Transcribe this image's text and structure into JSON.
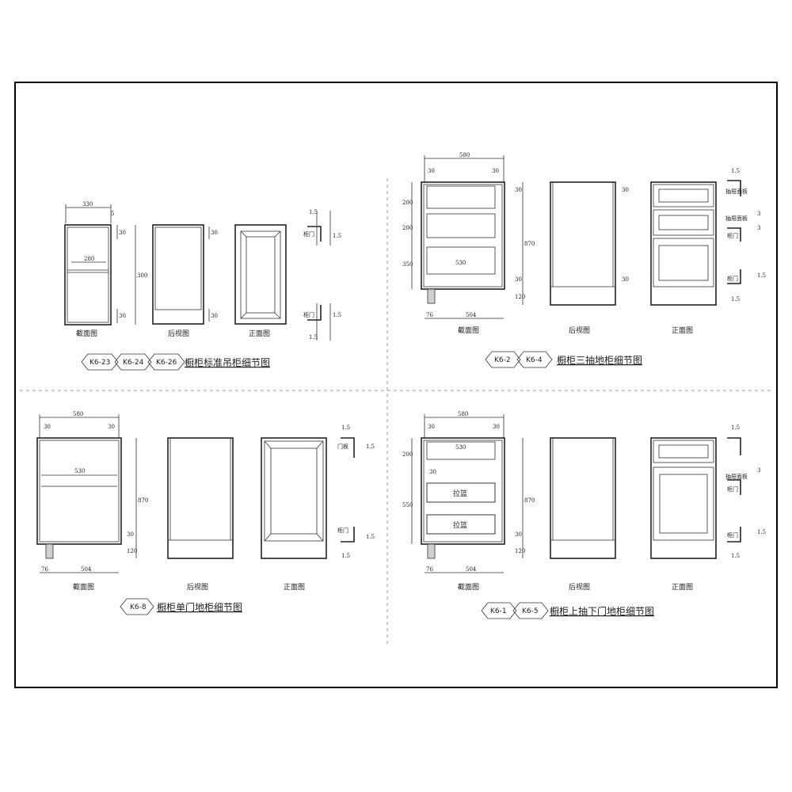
{
  "sheet": {
    "border_color": "#000000",
    "line_color": "#333333"
  },
  "q1": {
    "tags": [
      "K6-23",
      "K6-24",
      "K6-26"
    ],
    "title": "橱柜标准吊柜细节图",
    "views": {
      "section": "截面图",
      "back": "后视图",
      "front": "正面图"
    },
    "dims": {
      "width": "330",
      "top": "5",
      "height": "300",
      "inner": "280",
      "a": "30",
      "b": "30"
    },
    "detail": {
      "t1": "1.5",
      "t2": "1.5",
      "t3": "1.5",
      "t4": "1.5",
      "door1": "柜门",
      "door2": "柜门"
    }
  },
  "q2": {
    "tags": [
      "K6-2",
      "K6-4"
    ],
    "title": "橱柜三抽地柜细节图",
    "views": {
      "section": "截面图",
      "back": "后视图",
      "front": "正面图"
    },
    "dims": {
      "width": "580",
      "l30": "30",
      "r30": "30",
      "d200a": "200",
      "d200b": "200",
      "d350": "350",
      "inner": "530",
      "height": "870",
      "rt30": "30",
      "rb30": "30",
      "base": "120",
      "toe": "76",
      "bottom": "504"
    },
    "detail": {
      "t1": "1.5",
      "t2": "3",
      "t3": "3",
      "t4": "1.5",
      "t5": "1.5",
      "panel1": "抽屉面板",
      "panel2": "抽屉面板",
      "door1": "柜门",
      "door2": "柜门"
    }
  },
  "q3": {
    "tags": [
      "K6-8"
    ],
    "title": "橱柜单门地柜细节图",
    "views": {
      "section": "截面图",
      "back": "后视图",
      "front": "正面图"
    },
    "dims": {
      "width": "580",
      "l30": "30",
      "r30": "30",
      "inner": "530",
      "height": "870",
      "rb30": "30",
      "base": "120",
      "toe": "76",
      "bottom": "504"
    },
    "detail": {
      "t1": "1.5",
      "t2": "1.5",
      "t3": "1.5",
      "t4": "1.5",
      "door1": "门板",
      "door2": "柜门"
    }
  },
  "q4": {
    "tags": [
      "K6-1",
      "K6-5"
    ],
    "title": "橱柜上抽下门地柜细节图",
    "views": {
      "section": "截面图",
      "back": "后视图",
      "front": "正面图"
    },
    "dims": {
      "width": "580",
      "l30": "30",
      "r30": "30",
      "d200": "200",
      "inner": "530",
      "mid30": "30",
      "d550": "550",
      "height": "870",
      "rb30": "30",
      "base": "120",
      "toe": "76",
      "bottom": "504"
    },
    "baskets": [
      "拉篮",
      "拉篮"
    ],
    "detail": {
      "t1": "1.5",
      "t2": "3",
      "t3": "1.5",
      "t4": "1.5",
      "panel1": "抽屉面板",
      "door1": "柜门",
      "door2": "柜门"
    }
  }
}
